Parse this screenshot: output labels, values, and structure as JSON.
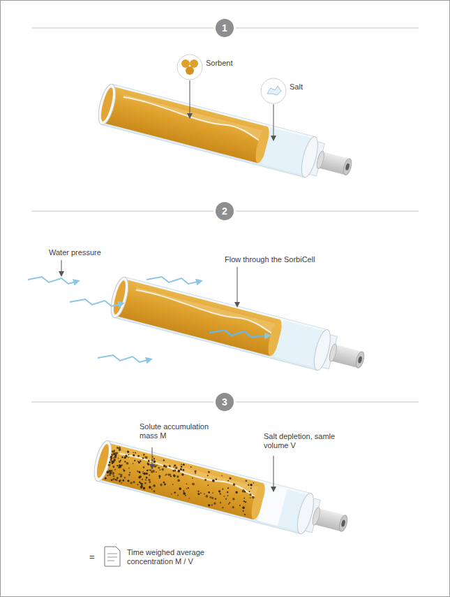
{
  "diagram": {
    "nodes": [
      {
        "text": [
          "1"
        ]
      },
      {
        "text": [
          "2"
        ]
      },
      {
        "text": [
          "3"
        ]
      }
    ],
    "labels": [
      "Sorbent",
      "Salt",
      "Water pressure",
      "Flow through the SorbiCell",
      "Solute accumulation mass M",
      "Salt depletion, samle volume V",
      "=",
      "Time weighed average concentration M / V"
    ]
  }
}
